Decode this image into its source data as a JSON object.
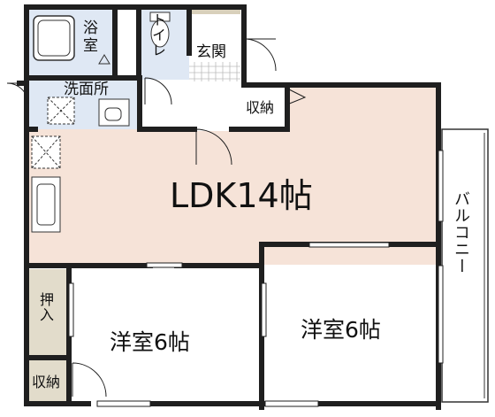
{
  "rooms": {
    "bath": "浴室",
    "toilet": "トイレ",
    "entrance": "玄関",
    "washroom": "洗面所",
    "storage_top": "収納",
    "ldk": "LDK14帖",
    "oshiire": "押入",
    "storage_bottom": "収納",
    "western_left": "洋室6帖",
    "western_right": "洋室6帖",
    "balcony": "バルコニー"
  },
  "colors": {
    "ldk_floor": "#f6e3d8",
    "wet_floor": "#dfe8f4",
    "storage_floor": "#e2dccb",
    "entrance_floor": "#ffffff",
    "wall": "#1f1f1f"
  }
}
